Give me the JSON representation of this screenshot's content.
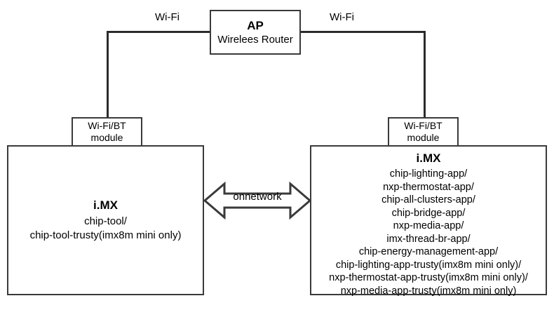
{
  "diagram": {
    "ap": {
      "title": "AP",
      "subtitle": "Wirelees Router"
    },
    "links": {
      "wifi_left_label": "Wi-Fi",
      "wifi_right_label": "Wi-Fi",
      "onnetwork_label": "onnetwork"
    },
    "modules": {
      "left": {
        "line1": "Wi-Fi/BT",
        "line2": "module"
      },
      "right": {
        "line1": "Wi-Fi/BT",
        "line2": "module"
      }
    },
    "left_device": {
      "title": "i.MX",
      "apps": [
        "chip-tool/",
        "chip-tool-trusty(imx8m mini only)"
      ]
    },
    "right_device": {
      "title": "i.MX",
      "apps": [
        "chip-lighting-app/",
        "nxp-thermostat-app/",
        "chip-all-clusters-app/",
        "chip-bridge-app/",
        "nxp-media-app/",
        "imx-thread-br-app/",
        "chip-energy-management-app/",
        "chip-lighting-app-trusty(imx8m mini only)/",
        "nxp-thermostat-app-trusty(imx8m mini only)/",
        "nxp-media-app-trusty(imx8m mini only)"
      ]
    },
    "colors": {
      "stroke": "#3a3a3a",
      "line": "#2b2b2b",
      "background": "#ffffff",
      "text": "#000000"
    }
  }
}
